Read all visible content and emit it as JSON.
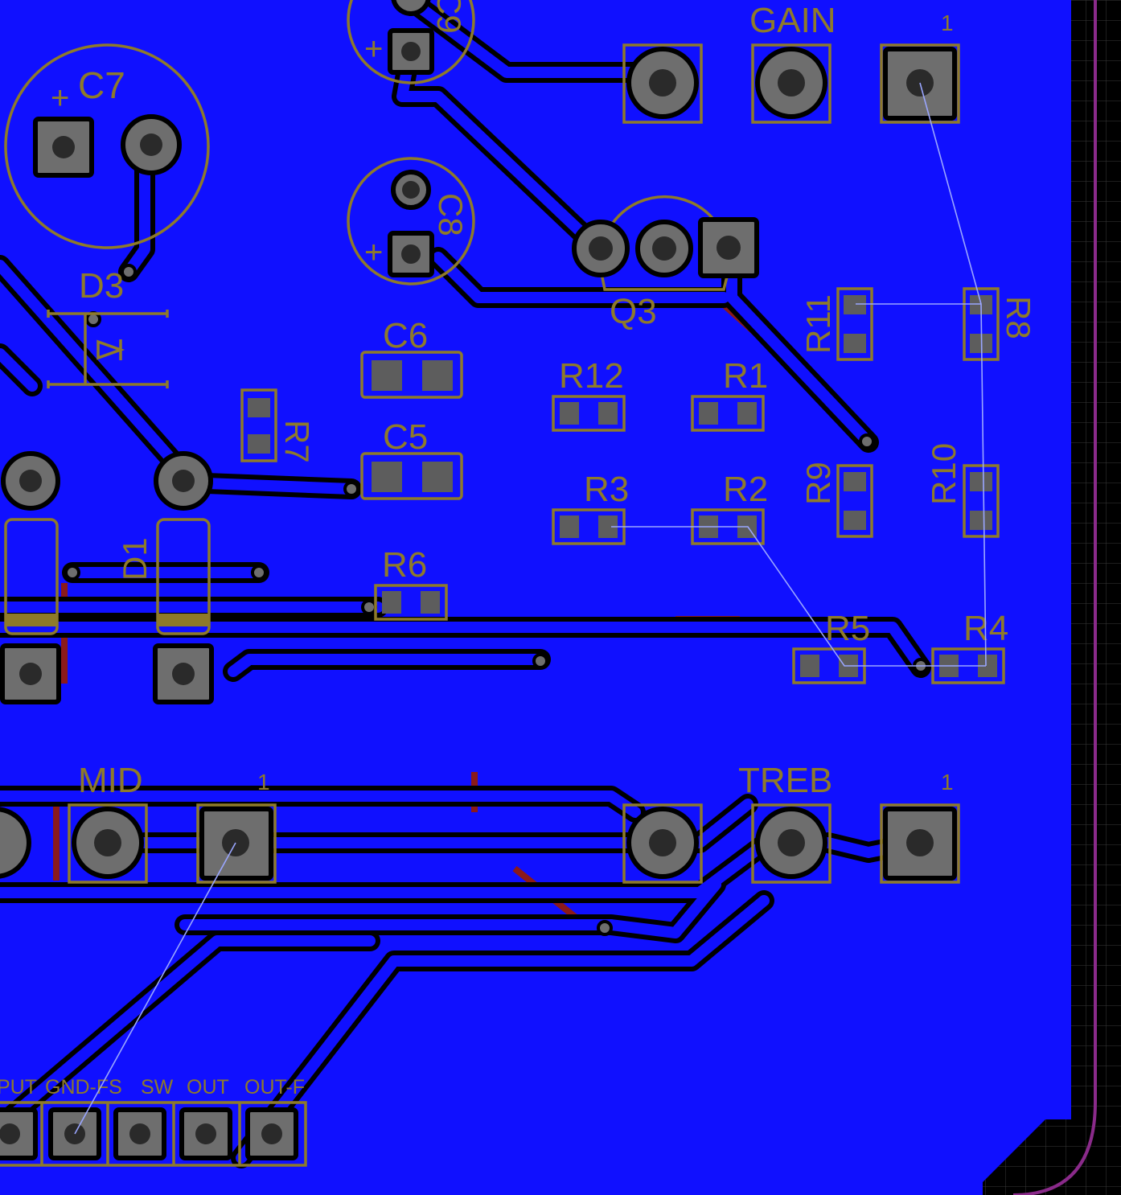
{
  "colors": {
    "background": "#000000",
    "copper_pour": "#1010ff",
    "silkscreen": "#8e7a2a",
    "pad": "#6e6e6e",
    "bottom_trace": "#8b1a1a",
    "ratsnest": "#9aa6ff",
    "board_outline": "#8a2a8a",
    "grid": "#3a3a3a"
  },
  "pots": {
    "gain": {
      "label": "GAIN",
      "pin1": "1"
    },
    "mid": {
      "label": "MID",
      "pin1": "1"
    },
    "treb": {
      "label": "TREB",
      "pin1": "1"
    }
  },
  "components": {
    "c7": "C7",
    "c9": "C9",
    "c8": "C8",
    "d3": "D3",
    "q3": "Q3",
    "c6": "C6",
    "c5": "C5",
    "r7": "R7",
    "r12": "R12",
    "r1": "R1",
    "r11": "R11",
    "r8": "R8",
    "r3": "R3",
    "r2": "R2",
    "r9": "R9",
    "r10": "R10",
    "r6": "R6",
    "r5": "R5",
    "r4": "R4",
    "d1": "D1"
  },
  "polarity": {
    "plus": "+"
  },
  "header": {
    "pins": [
      "PUT",
      "GND-FS",
      "SW",
      "OUT",
      "OUT-F"
    ]
  }
}
